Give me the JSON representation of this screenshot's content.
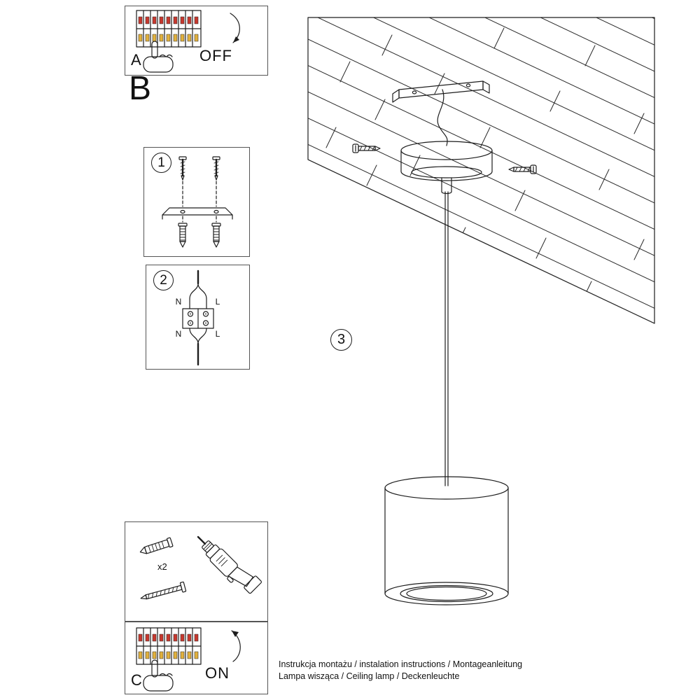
{
  "document": {
    "footer": {
      "line1": "Instrukcja montażu / instalation instructions / Montageanleitung",
      "line2": "Lampa wisząca / Ceiling lamp / Deckenleuchte"
    }
  },
  "steps": {
    "a": {
      "label": "A",
      "switch_state": "OFF"
    },
    "b": {
      "label": "B"
    },
    "c": {
      "label": "C",
      "switch_state": "ON"
    },
    "substep1": {
      "number": "1"
    },
    "substep2": {
      "number": "2",
      "terminal_labels": {
        "top_left": "N",
        "top_right": "L",
        "bottom_left": "N",
        "bottom_right": "L"
      }
    },
    "substep3": {
      "number": "3"
    },
    "hardware": {
      "anchor_quantity": "x2"
    }
  },
  "colors": {
    "line": "#1d1d1d",
    "breaker_red": "#c8372d",
    "breaker_yellow": "#e2b13c"
  }
}
